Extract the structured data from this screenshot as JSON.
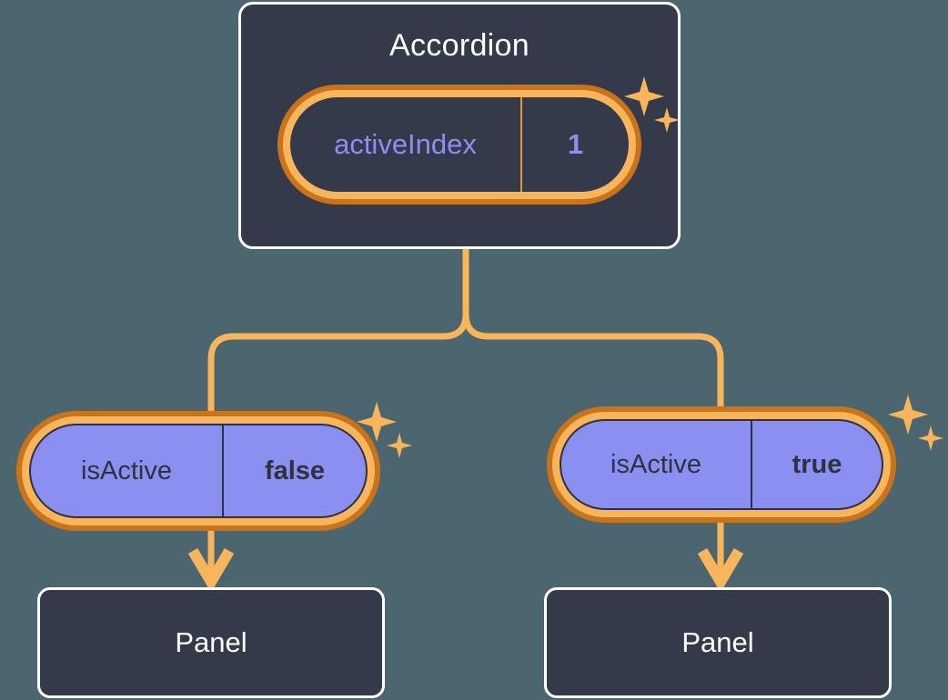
{
  "theme": {
    "background": "#4c6670",
    "card_fill": "#343a4a",
    "card_border": "#ffffff",
    "ring_outer": "#c9741a",
    "ring_inner": "#f8b55c",
    "connector": "#f8b55c",
    "value_purple": "#8b8ff0",
    "text_dark": "#2c3240",
    "text_light": "#ffffff",
    "sparkle": "#f8b55c"
  },
  "diagram": {
    "type": "component-state-tree",
    "root": {
      "title": "Accordion",
      "state": {
        "key": "activeIndex",
        "value": "1"
      }
    },
    "branches": [
      {
        "prop": {
          "key": "isActive",
          "value": "false"
        },
        "child": {
          "title": "Panel"
        }
      },
      {
        "prop": {
          "key": "isActive",
          "value": "true"
        },
        "child": {
          "title": "Panel"
        }
      }
    ]
  },
  "icons": {
    "sparkle_large": "sparkle-4point-large",
    "sparkle_small": "sparkle-4point-small",
    "arrow_down": "arrow-down-icon"
  }
}
